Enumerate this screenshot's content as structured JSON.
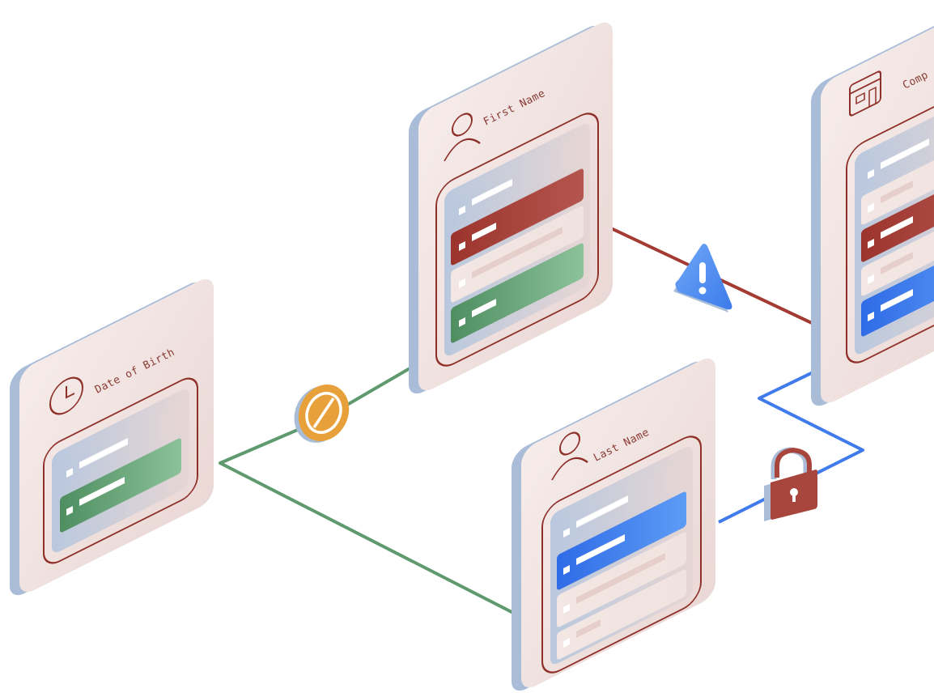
{
  "cards": [
    {
      "id": "date-of-birth",
      "label": "Date of Birth",
      "icon": "clock-icon"
    },
    {
      "id": "first-name",
      "label": "First Name",
      "icon": "person-icon"
    },
    {
      "id": "last-name",
      "label": "Last Name",
      "icon": "person-icon"
    },
    {
      "id": "company",
      "label": "Comp",
      "icon": "building-icon"
    }
  ],
  "badges": [
    {
      "id": "blocked",
      "icon": "blocked-icon",
      "color": "#E8A03A"
    },
    {
      "id": "warning",
      "icon": "warning-icon",
      "color": "#4A8BF0"
    },
    {
      "id": "lock",
      "icon": "lock-icon",
      "color": "#A8463E"
    }
  ],
  "colors": {
    "green": "#5E9A6E",
    "red": "#A33B33",
    "blue": "#3F7BEA",
    "card": "#F2E4E1",
    "card_side": "#A9BDD8",
    "outline": "#8E2F28"
  }
}
